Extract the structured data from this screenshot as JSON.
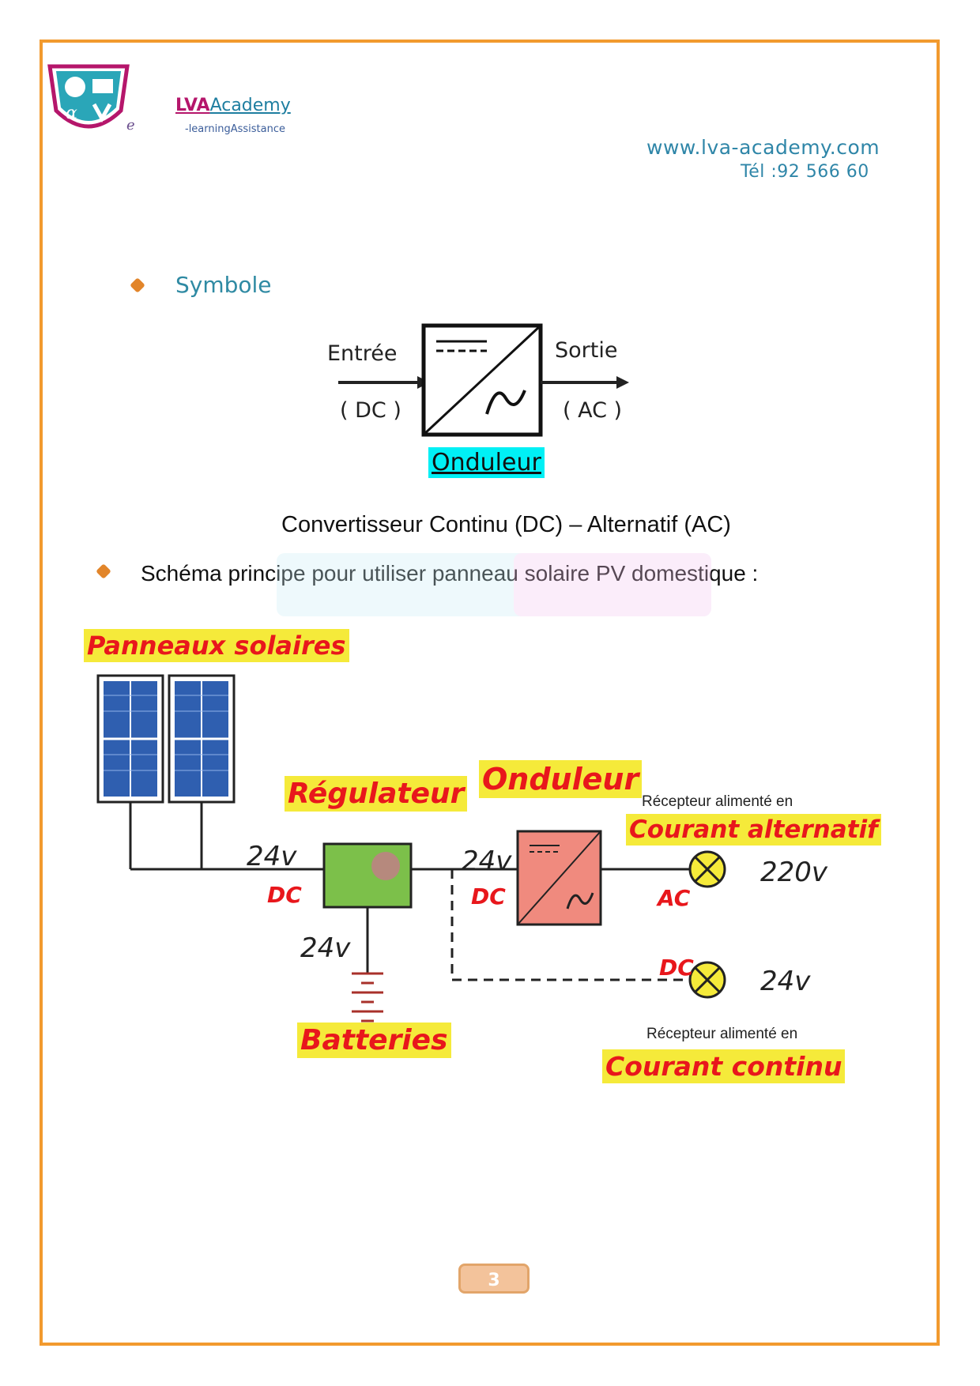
{
  "header": {
    "brand_lva": "LVA",
    "brand_academy": "Academy",
    "logo_e": "e",
    "tagline": "-learningAssistance",
    "website": "www.lva-academy.com",
    "phone": "Tél :92 566 60"
  },
  "section_symbole": {
    "title": "Symbole",
    "input_label": "Entrée",
    "input_type": "( DC )",
    "output_label": "Sortie",
    "output_type": "( AC )",
    "device_name": "Onduleur",
    "caption": "Convertisseur Continu (DC) – Alternatif (AC)"
  },
  "section_schema": {
    "title": "Schéma principe pour utiliser  panneau solaire PV domestique :",
    "panels_label": "Panneaux solaires",
    "regulator_label": "Régulateur",
    "inverter_label": "Onduleur",
    "batteries_label": "Batteries",
    "v_panels": "24v",
    "t_panels": "DC",
    "v_reg_out": "24v",
    "t_reg_out": "DC",
    "v_battery": "24v",
    "t_ac": "AC",
    "t_dc_load": "DC",
    "v_ac_load": "220v",
    "v_dc_load": "24v",
    "ac_note": "Récepteur alimenté en",
    "ac_label": "Courant alternatif",
    "dc_note": "Récepteur alimenté en",
    "dc_label": "Courant continu"
  },
  "footer": {
    "page_number": "3"
  },
  "colors": {
    "frame": "#f29a2e",
    "accent_text": "#2f8aa3",
    "bullet": "#e2852a",
    "label_bg": "#f5ea3a",
    "label_text": "#e8171c",
    "regulator": "#7cc04a",
    "inverter": "#f08a7e",
    "lamp": "#f5ea3a"
  }
}
